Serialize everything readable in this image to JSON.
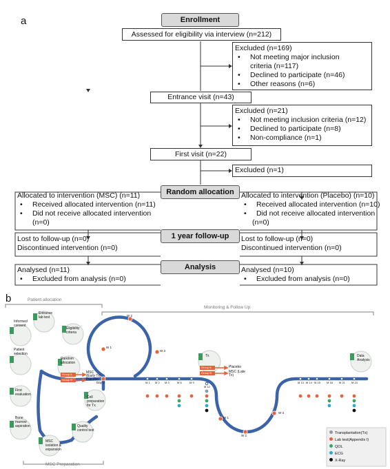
{
  "panel_a": {
    "letter": "a",
    "enrollment": "Enrollment",
    "assessed": "Assessed for eligibility via interview (n=212)",
    "excluded1": {
      "title": "Excluded (n=169)",
      "items": [
        "Not meeting major inclusion criteria (n=117)",
        "Declined to participate (n=46)",
        "Other reasons (n=6)"
      ]
    },
    "entrance": "Entrance visit (n=43)",
    "excluded2": {
      "title": "Excluded (n=21)",
      "items": [
        "Not meeting inclusion criteria (n=12)",
        "Declined to participate (n=8)",
        "Non-compliance (n=1)"
      ]
    },
    "first_visit": "First visit (n=22)",
    "excluded3": "Excluded (n=1)",
    "random": "Random allocation",
    "alloc_msc": {
      "title": "Allocated to intervention (MSC) (n=11)",
      "items": [
        "Received allocated intervention (n=11)",
        "Did not receive allocated intervention"
      ],
      "extra": "(n=0)"
    },
    "alloc_placebo": {
      "title": "Allocated to intervention (Placebo) (n=10)",
      "items": [
        "Received allocated intervention (n=10)",
        "Did not receive allocated intervention"
      ],
      "extra": "(n=0)"
    },
    "followup": "1 year follow-up",
    "lost_msc": [
      "Lost to follow-up (n=0)",
      "Discontinued intervention (n=0)"
    ],
    "lost_placebo": [
      "Lost to follow-up (n=0)",
      "Discontinued intervention (n=0)"
    ],
    "analysis": "Analysis",
    "an_msc": {
      "title": "Analysed (n=11)",
      "item": "Excluded from analysis (n=0)"
    },
    "an_placebo": {
      "title": "Analysed (n=10)",
      "item": "Excluded from analysis (n=0)"
    }
  },
  "panel_b": {
    "letter": "b",
    "patient_allocation": "Patient allocation",
    "monitoring": "Monitoring & Follow Up",
    "msc_preparation": "MSC Preparation",
    "steps": {
      "A": "Patient selection",
      "B": "Informed consent",
      "C": "Entrance lab test",
      "D": "Eligibility criteria",
      "E": "Random allocation",
      "F": "First evaluation",
      "G": "Bone marrow aspiration",
      "H": "MSC isolation & expansion",
      "I": "Cell preparation for Tx",
      "J": "Quality control test",
      "K": "Tx",
      "L": "Data Analysis"
    },
    "group_a": "Group A",
    "group_b": "Group B",
    "msc_early": "MSC (Early Tx)",
    "placebo": "Placebo",
    "msc_late": "MSC (Late Tx)",
    "day0": "Day 0",
    "week_labels_top": [
      "W 1",
      "W 2",
      "W 3"
    ],
    "week_labels_bottom": [
      "W 1",
      "W 2",
      "W 3"
    ],
    "ticks1": [
      "M 1",
      "M 2",
      "M 3",
      "M 6",
      "M 9",
      "M 12"
    ],
    "ticks2": [
      "M 13",
      "M 14",
      "M 15",
      "M 18",
      "M 21",
      "M 24"
    ],
    "legend": [
      {
        "label": "Transplantation(Tx)",
        "color": "#8c9aa6"
      },
      {
        "label": "Lab test(Appendix I)",
        "color": "#e8613a"
      },
      {
        "label": "QOL",
        "color": "#3aa66a"
      },
      {
        "label": "ECG",
        "color": "#34a7c8"
      },
      {
        "label": "X-Ray",
        "color": "#111111"
      }
    ]
  }
}
